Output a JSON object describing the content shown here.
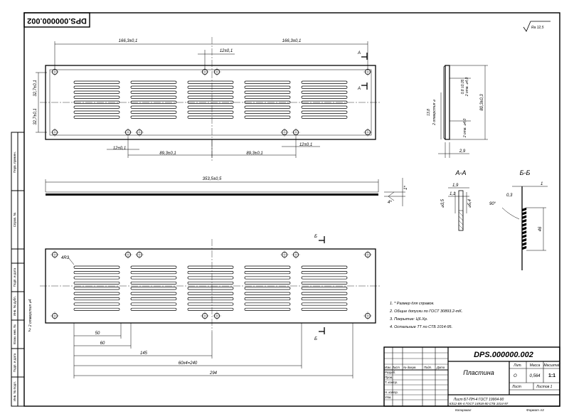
{
  "drawing": {
    "number_flipped": "DPS.000000.002",
    "roughness": "Ra 12,5",
    "top_view": {
      "dim_left_span": "166,3±0,1",
      "dim_right_span": "166,3±0,1",
      "dim_center_offset": "12±0,1",
      "dim_height_top": "32,7±0,1",
      "dim_height_bottom": "32,7±0,1",
      "dim_bottom_left_small": "12±0,1",
      "dim_bottom_left": "89,3±0,1",
      "dim_bottom_right": "89,3±0,1",
      "dim_bottom_right_small": "12±0,1",
      "section_a_mark": "А",
      "section_a_mark_lower": "А"
    },
    "side_view": {
      "dim_length": "353,5±0,5",
      "dim_thickness": "1*",
      "dim_angle": "4*"
    },
    "right_view": {
      "dim_overall": "80,3±0,3",
      "dim_upper_holes": "2 отв. ⌀4,0",
      "dim_lower_holes": "2 отв. ⌀4,0",
      "dim_left_holes": "2 отверстия ⌀",
      "dim_upper_fit": "0,8 ±0,05",
      "dim_middle": "13,8",
      "dim_thickness": "2,9"
    },
    "section_aa": {
      "label": "А-А",
      "dim_top": "1,9",
      "dim_inner": "1,1",
      "dim_depth": "⌀3,5",
      "dim_outer": "⌀5,4"
    },
    "section_bb": {
      "label": "Б-Б",
      "dim_radius": "0,3",
      "dim_angle": "90°",
      "dim_thickness": "1",
      "dim_height": "46"
    },
    "bottom_view": {
      "radius_label": "4R3",
      "section_b_mark": "Б",
      "section_b_mark_lower": "Б",
      "dim_50": "50",
      "dim_60": "60",
      "dim_145": "145",
      "dim_pitch": "60х4=240",
      "dim_294": "294",
      "dim_holes": "2 отверстия ⌀4",
      "dim_ref": "2"
    },
    "notes": [
      "1. * Размер для справок.",
      "2. Общие допуски по ГОСТ 30893.2-mK.",
      "3. Покрытие: Ц6.Хр.",
      "4. Остальные ТТ по СТБ 1014-95."
    ],
    "side_strip": [
      "Перв. примен.",
      "Справ. №",
      "Подп. и дата",
      "Инв. № дубл.",
      "Взам. инв. №",
      "Подп. и дата",
      "Инв. № подл."
    ],
    "title_block": {
      "designation": "DPS.000000.002",
      "name": "Пластина",
      "material_line1": "Лист Б7-ПН-4 ГОСТ 19904-90",
      "material_line2": "КЗ12-ВК-4 ГОСТ 14918-80 СТБ 1014-97",
      "col_lit": "Лит.",
      "col_mass": "Масса",
      "col_scale": "Масштаб",
      "val_lit": "О",
      "val_mass": "0,564",
      "val_scale": "1:1",
      "sheet": "Лист",
      "sheets": "Листов 1",
      "row_labels": [
        "Изм. Лист",
        "Разраб.",
        "Пров.",
        "Т. контр.",
        "",
        "Н. контр.",
        "Утв."
      ],
      "col_labels": [
        "№ докум.",
        "Подп.",
        "Дата"
      ],
      "format": "Формат А3",
      "copied": "Копировал"
    }
  }
}
